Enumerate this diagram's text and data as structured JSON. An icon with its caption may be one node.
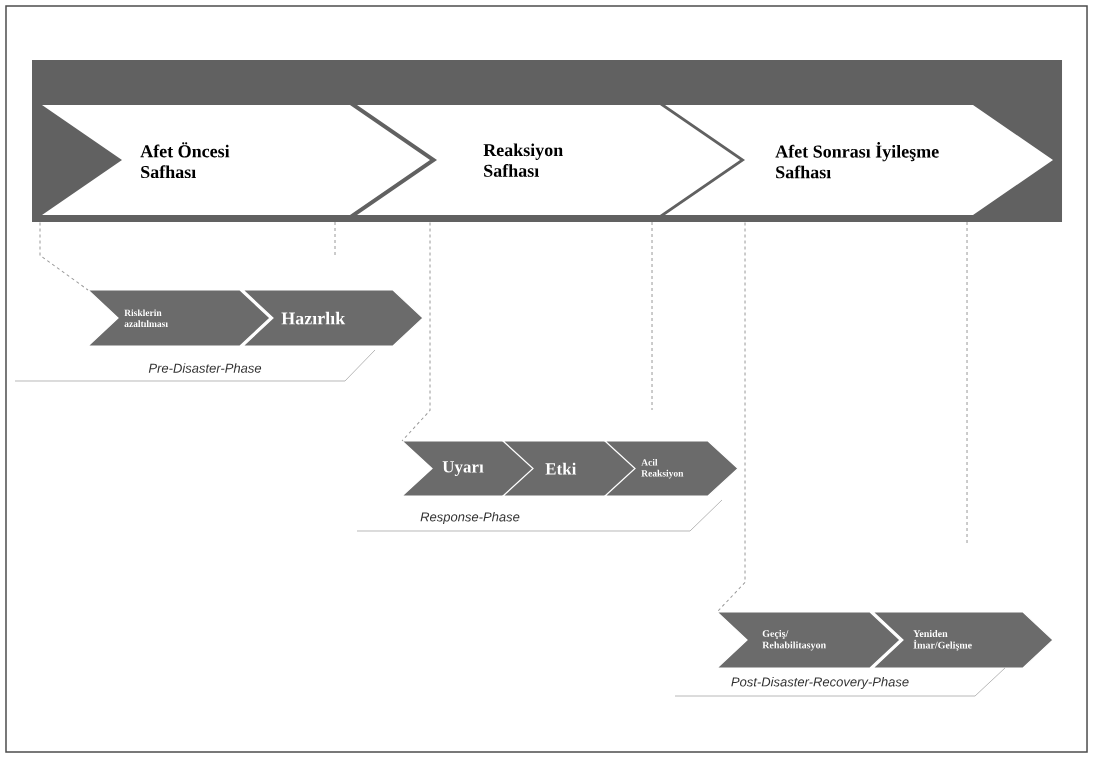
{
  "diagram": {
    "nodes": [
      {
        "text": [
          "Afet Öncesi Safhası"
        ]
      },
      {
        "text": [
          "Reaksiyon Safhası"
        ]
      },
      {
        "text": [
          "Afet Sonrası İyileşme Safhası"
        ]
      },
      {
        "text": [
          "Risklerin azaltılması"
        ]
      },
      {
        "text": [
          "Hazırlık"
        ]
      },
      {
        "text": [
          "Uyarı"
        ]
      },
      {
        "text": [
          "Etki"
        ]
      },
      {
        "text": [
          "Acil Reaksiyon"
        ]
      },
      {
        "text": [
          "Geçiş/ Rehabilitasyon"
        ]
      },
      {
        "text": [
          "Yeniden İmar/Gelişme"
        ]
      }
    ],
    "edges": [
      {
        "from": 0,
        "to": 3,
        "arrow": "none",
        "style": "dashed"
      },
      {
        "from": 1,
        "to": 5,
        "arrow": "none",
        "style": "dashed"
      },
      {
        "from": 2,
        "to": 8,
        "arrow": "none",
        "style": "dashed"
      }
    ],
    "labels": [
      "Pre-Disaster-Phase",
      "Response-Phase",
      "Post-Disaster-Recovery-Phase"
    ]
  }
}
